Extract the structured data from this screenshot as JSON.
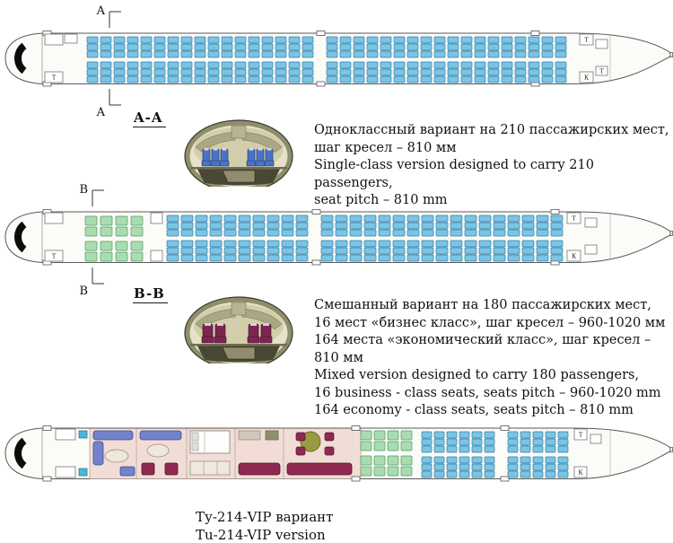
{
  "colors": {
    "fuselage_fill": "#fbfbf8",
    "fuselage_stroke": "#5a5a5a",
    "economy_seat": "#7cc4e4",
    "economy_seat_stroke": "#2f7fa8",
    "business_seat": "#aadcb2",
    "business_seat_stroke": "#4f9a5f",
    "xsec_economy_seat": "#4a72c8",
    "xsec_business_seat": "#7c2550",
    "vip_sofa": "#7282cc",
    "vip_armchair": "#8c2a52",
    "vip_round_table": "#9a9a40",
    "vip_floor": "#f2ddd6",
    "crew_seat": "#49b8d8"
  },
  "markers": {
    "single": {
      "letter": "A",
      "section": "A-A"
    },
    "mixed": {
      "letter": "B",
      "section": "B-B"
    }
  },
  "monument_letters": {
    "lavatory": "Т",
    "galley": "К"
  },
  "descriptions": {
    "single": {
      "lines": [
        "Одноклассный вариант на 210 пассажирских мест,",
        "шаг кресел – 810 мм",
        "Single-class version designed to carry 210 passengers,",
        "seat pitch – 810 mm"
      ]
    },
    "mixed": {
      "lines": [
        "Смешанный вариант на 180 пассажирских мест,",
        "16 мест «бизнес класс», шаг кресел – 960-1020 мм",
        "164 места «экономический класс», шаг кресел – 810 мм",
        "Mixed version designed to carry 180 passengers,",
        "16 business - class seats, seats pitch – 960-1020 mm",
        "164 economy - class seats, seats pitch – 810 mm"
      ]
    }
  },
  "vip_caption": {
    "line1": "Ту-214-VIP вариант",
    "line2": "Tu-214-VIP version"
  },
  "configurations": {
    "single_class": {
      "passengers": 210,
      "seat_pitch_mm": "810",
      "seat_rows": 35,
      "abreast": "3+3"
    },
    "mixed": {
      "passengers": 180,
      "business_seats": 16,
      "business_pitch_mm": "960-1020",
      "economy_seats": 164,
      "economy_pitch_mm": "810"
    },
    "vip": {
      "name_ru": "Ту-214-VIP вариант",
      "name_en": "Tu-214-VIP version"
    }
  }
}
